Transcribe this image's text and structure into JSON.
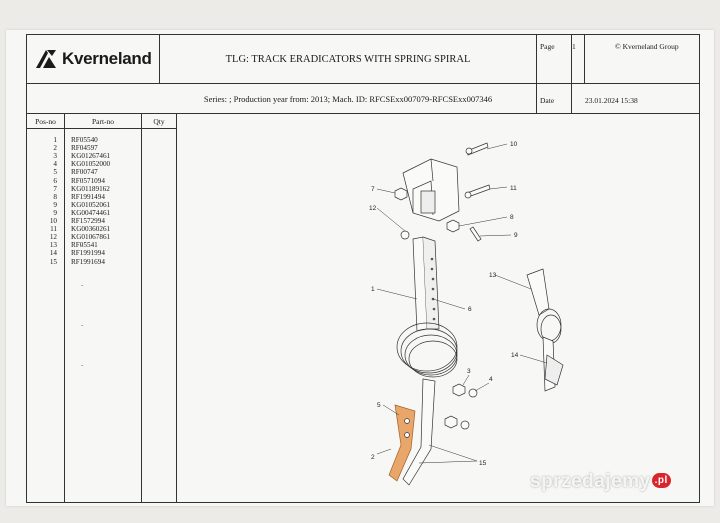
{
  "header": {
    "brand": "Kverneland",
    "title": "TLG: TRACK ERADICATORS WITH SPRING SPIRAL",
    "series": "Series: ; Production year from: 2013; Mach. ID: RFCSExx007079-RFCSExx007346",
    "page_label": "Page",
    "page_value": "1",
    "copyright": "© Kverneland Group",
    "date_label": "Date",
    "date_value": "23.01.2024  15:38"
  },
  "table": {
    "col_pos": "Pos-no",
    "col_part": "Part-no",
    "col_qty": "Qty",
    "rows": [
      {
        "pos": "1",
        "part": "RF05540"
      },
      {
        "pos": "2",
        "part": "RF04597"
      },
      {
        "pos": "3",
        "part": "KG01267461"
      },
      {
        "pos": "4",
        "part": "KG01052000"
      },
      {
        "pos": "5",
        "part": "RF00747"
      },
      {
        "pos": "6",
        "part": "RF0571094"
      },
      {
        "pos": "7",
        "part": "KG01189162"
      },
      {
        "pos": "8",
        "part": "RF1991494"
      },
      {
        "pos": "9",
        "part": "KG01052061"
      },
      {
        "pos": "9",
        "part": "KG00474461"
      },
      {
        "pos": "10",
        "part": "RF1572994"
      },
      {
        "pos": "11",
        "part": "KG00360261"
      },
      {
        "pos": "12",
        "part": "KG01067861"
      },
      {
        "pos": "13",
        "part": "RF05541"
      },
      {
        "pos": "14",
        "part": "RF1991994"
      },
      {
        "pos": "15",
        "part": "RF1991694"
      }
    ]
  },
  "diagram_labels": {
    "l1": "1",
    "l2": "2",
    "l3": "3",
    "l4": "4",
    "l5": "5",
    "l6": "6",
    "l7": "7",
    "l8": "8",
    "l9": "9",
    "l10": "10",
    "l11": "11",
    "l12": "12",
    "l13": "13",
    "l14": "14",
    "l15": "15"
  },
  "watermark": {
    "text": "sprzedajemy",
    "badge": ".pl"
  },
  "colors": {
    "tine_highlight": "#e8a66a",
    "brand_red": "#d8262c"
  }
}
